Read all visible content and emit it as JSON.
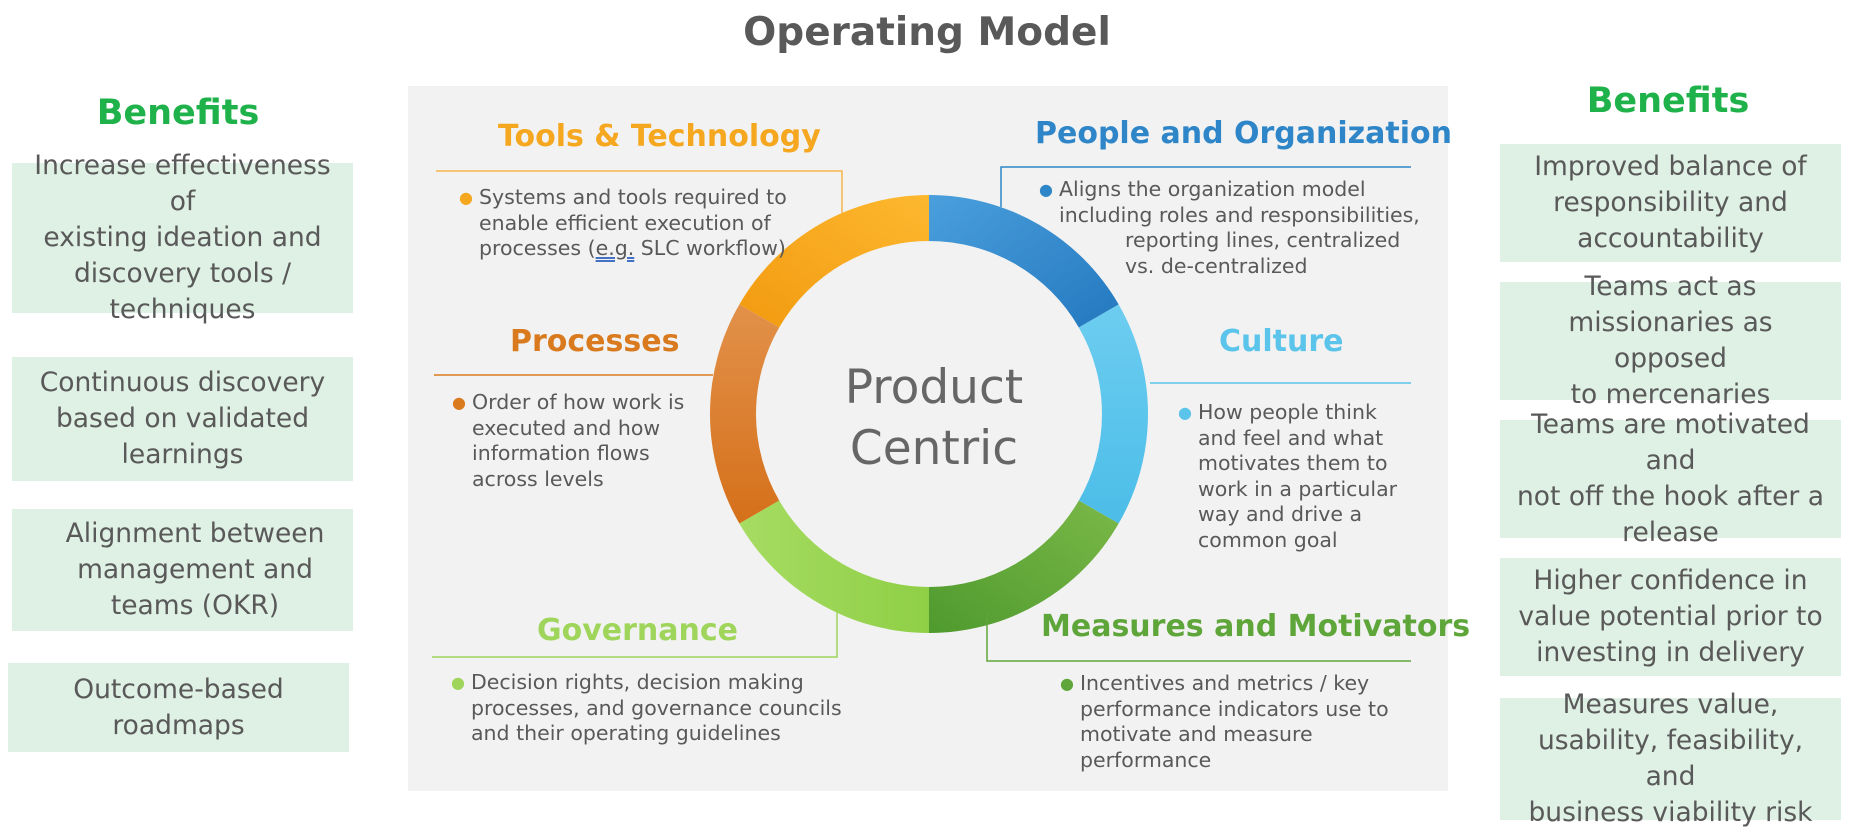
{
  "title": "Operating Model",
  "left_benefits": {
    "heading": "Benefits",
    "items": [
      [
        "Increase effectiveness of",
        "existing ideation and",
        "discovery tools /",
        "techniques"
      ],
      [
        "Continuous discovery",
        "based on validated",
        "learnings"
      ],
      [
        "Alignment between",
        "management and",
        "teams (OKR)"
      ],
      [
        "Outcome-based",
        "roadmaps"
      ]
    ]
  },
  "right_benefits": {
    "heading": "Benefits",
    "items": [
      [
        "Improved balance of",
        "responsibility and",
        "accountability"
      ],
      [
        "Teams act as",
        "missionaries as opposed",
        "to mercenaries"
      ],
      [
        "Teams are motivated and",
        "not off the hook after a",
        "release"
      ],
      [
        "Higher confidence in",
        "value potential prior to",
        "investing in delivery"
      ],
      [
        "Measures value,",
        "usability, feasibility, and",
        "business viability risk"
      ]
    ]
  },
  "center": {
    "line1": "Product",
    "line2": "Centric"
  },
  "sections": {
    "tools": {
      "title": "Tools & Technology",
      "color": "#f5a71f",
      "lines": [
        "Systems and tools required to",
        "enable efficient execution of"
      ],
      "line3_pre": "processes (",
      "line3_link": "e.g.",
      "line3_post": " SLC workflow)"
    },
    "people": {
      "title": "People and Organization",
      "color": "#2e86c8",
      "lines": [
        "Aligns the organization model",
        "including roles and responsibilities,",
        "reporting lines, centralized",
        "vs. de-centralized"
      ]
    },
    "processes": {
      "title": "Processes",
      "color": "#d97a1e",
      "lines": [
        "Order of how work is",
        "executed and how",
        "information flows",
        "across levels"
      ]
    },
    "culture": {
      "title": "Culture",
      "color": "#5bc4ea",
      "lines": [
        "How people think",
        "and feel and what",
        "motivates them to",
        "work in a particular",
        "way and drive a",
        "common goal"
      ]
    },
    "governance": {
      "title": "Governance",
      "color": "#9ed55a",
      "lines": [
        "Decision rights, decision making",
        "processes, and governance councils",
        "and their operating guidelines"
      ]
    },
    "measures": {
      "title": "Measures and Motivators",
      "color": "#5fa63a",
      "lines": [
        "Incentives and metrics / key",
        "performance indicators use to",
        "motivate and measure",
        "performance"
      ]
    }
  }
}
